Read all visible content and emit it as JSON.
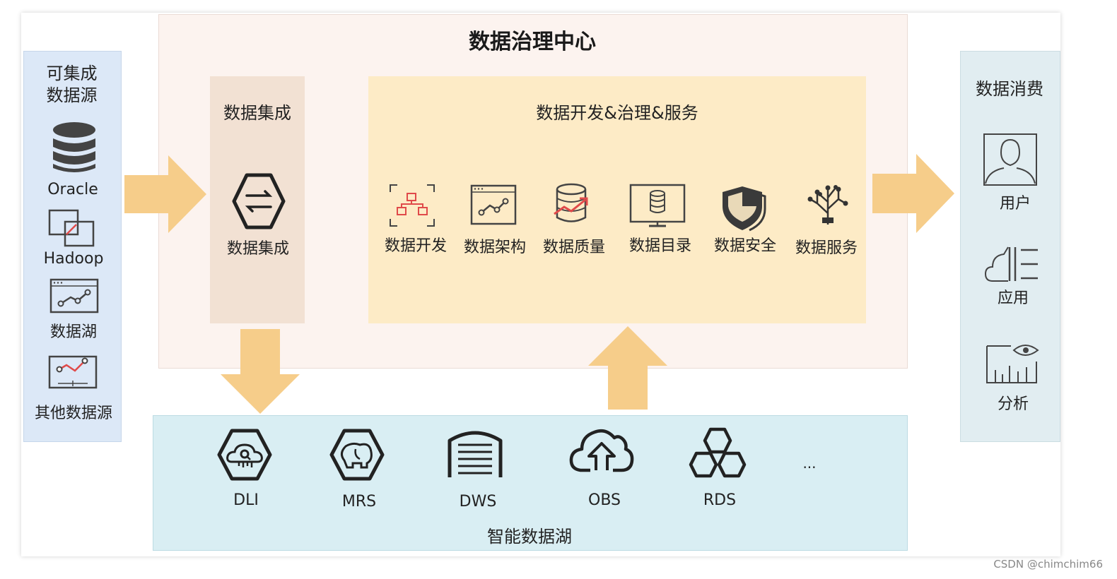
{
  "title": "数据治理中心",
  "sources": {
    "heading": [
      "可集成",
      "数据源"
    ],
    "items": [
      {
        "label": "Oracle",
        "icon": "database-icon"
      },
      {
        "label": "Hadoop",
        "icon": "hadoop-icon"
      },
      {
        "label": "数据湖",
        "icon": "data-lake-icon"
      },
      {
        "label": "其他数据源",
        "icon": "other-source-icon"
      }
    ]
  },
  "integration": {
    "heading": "数据集成",
    "item_label": "数据集成",
    "icon": "exchange-hexagon-icon"
  },
  "dev": {
    "heading": "数据开发&治理&服务",
    "items": [
      {
        "label": "数据开发",
        "icon": "dev-flow-icon"
      },
      {
        "label": "数据架构",
        "icon": "architecture-chart-icon"
      },
      {
        "label": "数据质量",
        "icon": "quality-database-icon"
      },
      {
        "label": "数据目录",
        "icon": "catalog-monitor-icon"
      },
      {
        "label": "数据安全",
        "icon": "security-shield-icon"
      },
      {
        "label": "数据服务",
        "icon": "service-tree-icon"
      }
    ]
  },
  "consumers": {
    "heading": "数据消费",
    "items": [
      {
        "label": "用户",
        "icon": "user-icon"
      },
      {
        "label": "应用",
        "icon": "application-cloud-icon"
      },
      {
        "label": "分析",
        "icon": "analysis-chart-icon"
      }
    ]
  },
  "lake": {
    "heading": "智能数据湖",
    "items": [
      {
        "label": "DLI",
        "icon": "dli-hexagon-icon"
      },
      {
        "label": "MRS",
        "icon": "mrs-elephant-icon"
      },
      {
        "label": "DWS",
        "icon": "dws-warehouse-icon"
      },
      {
        "label": "OBS",
        "icon": "obs-cloud-upload-icon"
      },
      {
        "label": "RDS",
        "icon": "rds-hexagons-icon"
      }
    ],
    "more": "..."
  },
  "watermark": "CSDN @chimchim66",
  "colors": {
    "arrow": "#f6cd8a",
    "accent_red": "#e04a4a"
  }
}
